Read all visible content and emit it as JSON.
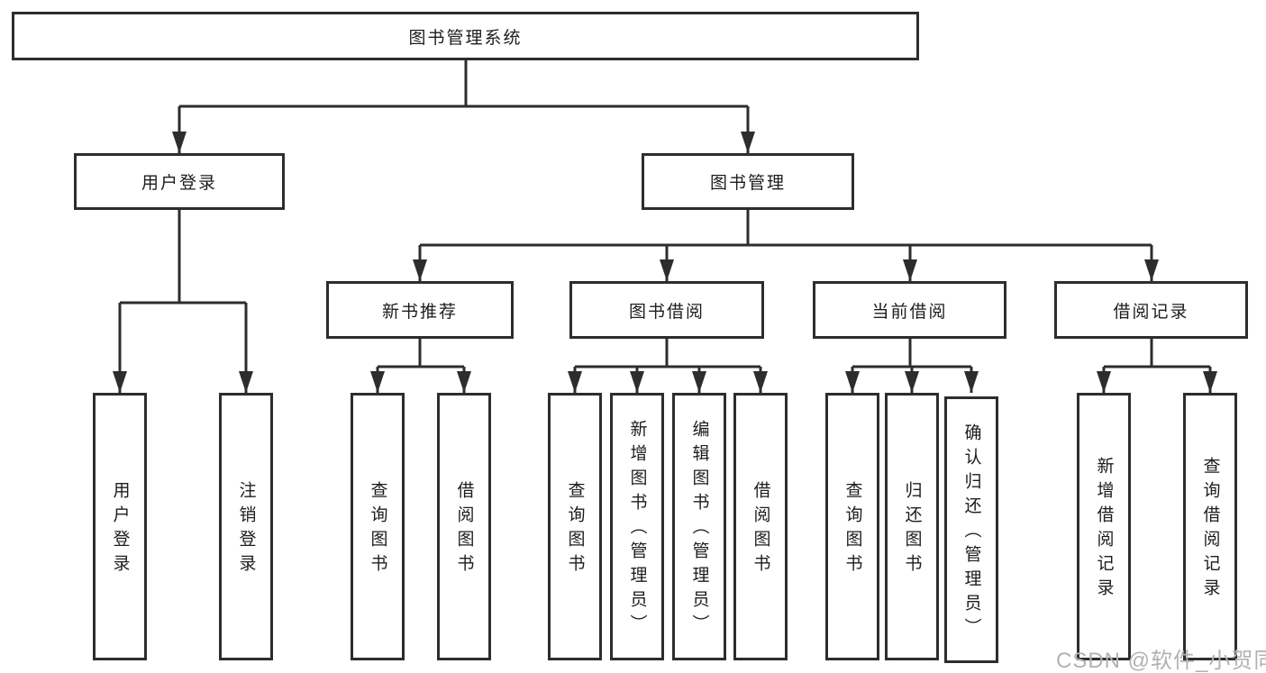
{
  "diagram": {
    "type": "tree",
    "title": "图书管理系统",
    "watermark": "CSDN @软件_小贺同学",
    "colors": {
      "line": "#2d2d2d",
      "box_border": "#2d2d2d",
      "text": "#1d1d1d",
      "watermark": "#b2b2b2",
      "background": "#ffffff"
    },
    "nodes": {
      "root": {
        "label": "图书管理系统"
      },
      "login": {
        "label": "用户登录"
      },
      "mgmt": {
        "label": "图书管理"
      },
      "newbook": {
        "label": "新书推荐"
      },
      "borrow": {
        "label": "图书借阅"
      },
      "current": {
        "label": "当前借阅"
      },
      "records": {
        "label": "借阅记录"
      },
      "login_user": {
        "label": "用户登录"
      },
      "login_logout": {
        "label": "注销登录"
      },
      "nb_query": {
        "label": "查询图书"
      },
      "nb_borrow": {
        "label": "借阅图书"
      },
      "bw_query": {
        "label": "查询图书"
      },
      "bw_add": {
        "label": "新增图书（管理员）"
      },
      "bw_edit": {
        "label": "编辑图书（管理员）"
      },
      "bw_borrow": {
        "label": "借阅图书"
      },
      "cu_query": {
        "label": "查询图书"
      },
      "cu_return": {
        "label": "归还图书"
      },
      "cu_confirm": {
        "label": "确认归还（管理员）"
      },
      "rc_add": {
        "label": "新增借阅记录"
      },
      "rc_query": {
        "label": "查询借阅记录"
      }
    },
    "edges": [
      [
        "root",
        "login"
      ],
      [
        "root",
        "mgmt"
      ],
      [
        "login",
        "login_user"
      ],
      [
        "login",
        "login_logout"
      ],
      [
        "mgmt",
        "newbook"
      ],
      [
        "mgmt",
        "borrow"
      ],
      [
        "mgmt",
        "current"
      ],
      [
        "mgmt",
        "records"
      ],
      [
        "newbook",
        "nb_query"
      ],
      [
        "newbook",
        "nb_borrow"
      ],
      [
        "borrow",
        "bw_query"
      ],
      [
        "borrow",
        "bw_add"
      ],
      [
        "borrow",
        "bw_edit"
      ],
      [
        "borrow",
        "bw_borrow"
      ],
      [
        "current",
        "cu_query"
      ],
      [
        "current",
        "cu_return"
      ],
      [
        "current",
        "cu_confirm"
      ],
      [
        "records",
        "rc_add"
      ],
      [
        "records",
        "rc_query"
      ]
    ]
  }
}
